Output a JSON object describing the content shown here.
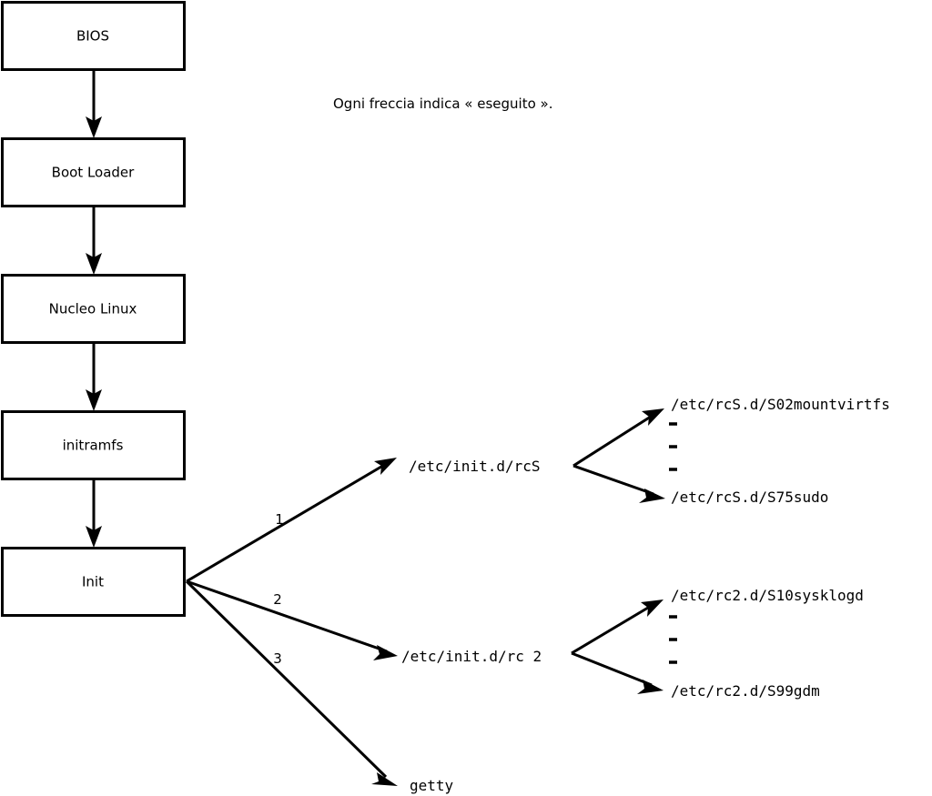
{
  "diagram": {
    "title_caption": "Ogni freccia indica « eseguito ».",
    "boot_chain": [
      {
        "id": "bios",
        "label": "BIOS"
      },
      {
        "id": "boot-loader",
        "label": "Boot Loader"
      },
      {
        "id": "kernel",
        "label": "Nucleo Linux"
      },
      {
        "id": "initramfs",
        "label": "initramfs"
      },
      {
        "id": "init",
        "label": "Init"
      }
    ],
    "init_branches": [
      {
        "number": "1",
        "target": "/etc/init.d/rcS"
      },
      {
        "number": "2",
        "target": "/etc/init.d/rc 2"
      },
      {
        "number": "3",
        "target": "getty"
      }
    ],
    "rcs_scripts": {
      "first": "/etc/rcS.d/S02mountvirtfs",
      "last": "/etc/rcS.d/S75sudo",
      "ellipsis_marks": 3
    },
    "rc2_scripts": {
      "first": "/etc/rc2.d/S10sysklogd",
      "last": "/etc/rc2.d/S99gdm",
      "ellipsis_marks": 3
    },
    "colors": {
      "stroke": "#000000",
      "fill": "#ffffff",
      "background": "#ffffff"
    }
  }
}
